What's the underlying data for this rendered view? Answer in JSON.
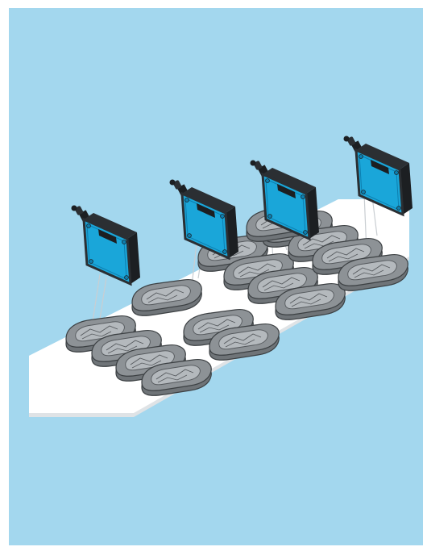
{
  "colors": {
    "background": "#a3d7ee",
    "frame": "#ffffff",
    "belt_top": "#ffffff",
    "belt_side": "#f1f3f5",
    "belt_shadow": "#dfe3e6",
    "part_top": "#8d9296",
    "part_side": "#6f7478",
    "part_recess": "#b4b9bd",
    "part_outline": "#3c4043",
    "sensor_face": "#1aa6d9",
    "sensor_side": "#0d7fb0",
    "sensor_housing": "#2b2f33",
    "sensor_dark": "#1c1f22",
    "beam": "#c9ced2"
  },
  "icons": [
    "photoelectric-sensor-icon",
    "workpiece-icon",
    "conveyor-belt-icon",
    "light-beam-icon"
  ],
  "scene": {
    "sensor_count": 4,
    "workpiece_rows": 4,
    "workpieces_per_row": 4
  }
}
